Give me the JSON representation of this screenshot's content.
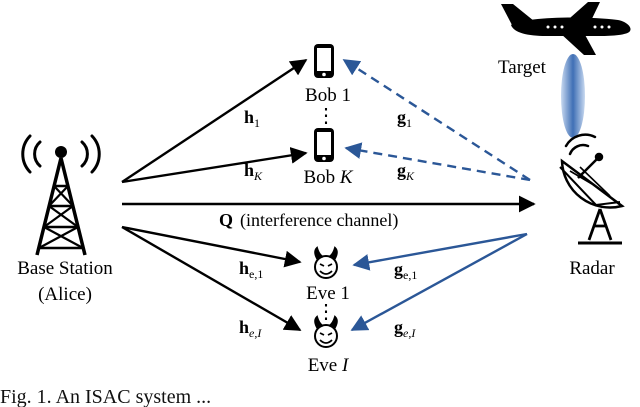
{
  "nodes": {
    "base_station": {
      "line1": "Base Station",
      "line2": "(Alice)"
    },
    "bob_1": {
      "name": "Bob",
      "index": "1"
    },
    "bob_k": {
      "name": "Bob",
      "index": "K"
    },
    "eve_1": {
      "name": "Eve",
      "index": "1"
    },
    "eve_i": {
      "name": "Eve",
      "index": "I"
    },
    "radar": {
      "label": "Radar"
    },
    "target": {
      "label": "Target"
    },
    "ellipsis": "⋮"
  },
  "channels": {
    "h1": {
      "main": "h",
      "sub": "1"
    },
    "hK": {
      "main": "h",
      "sub": "K"
    },
    "he1": {
      "main": "h",
      "sub": "e,1"
    },
    "heI": {
      "main": "h",
      "sub": "e,I"
    },
    "g1": {
      "main": "g",
      "sub": "1"
    },
    "gK": {
      "main": "g",
      "sub": "K"
    },
    "ge1": {
      "main": "g",
      "sub": "e,1"
    },
    "geI": {
      "main": "g",
      "sub": "e,I"
    },
    "Q": {
      "main": "Q",
      "text": "(interference channel)"
    }
  },
  "caption": "Fig. 1.  An ISAC system ...",
  "colors": {
    "black": "#000000",
    "blue": "#2b5797",
    "beam_light": "#c8d9f0",
    "beam_dark": "#3f6fb5",
    "caption": "#111111"
  },
  "icons": {
    "tower": "radio-tower-icon",
    "phone": "smartphone-icon",
    "devil": "devil-face-icon",
    "radar": "radar-dish-icon",
    "plane": "airplane-icon"
  }
}
